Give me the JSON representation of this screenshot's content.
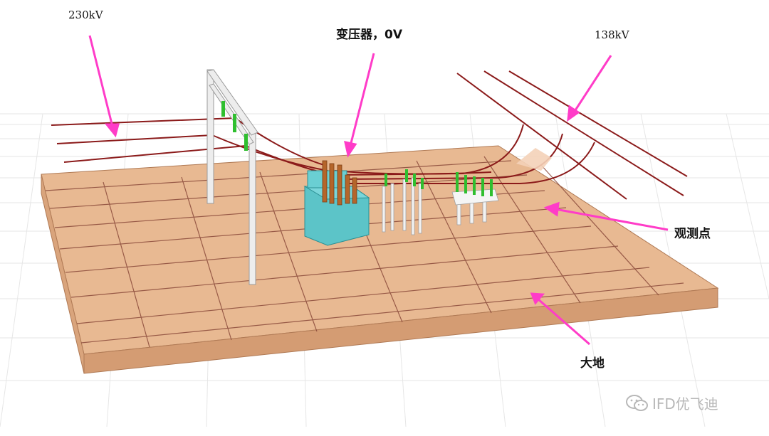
{
  "labels": {
    "v230": "230kV",
    "transformer": "变压器，0V",
    "v138": "138kV",
    "observation": "观测点",
    "ground": "大地"
  },
  "watermark": {
    "text": "IFD优飞迪",
    "icon": "wechat-icon"
  },
  "colors": {
    "ground": "#e7b88f",
    "ground_side": "#d9a27a",
    "grid_line": "#8b4a3a",
    "conductor": "#8b1a1a",
    "arrow": "#ff3cc8",
    "transformer": "#5cc4c8",
    "bushing": "#b5652a",
    "insulator": "#2fbf2f",
    "steel": "#e8e8e8"
  }
}
